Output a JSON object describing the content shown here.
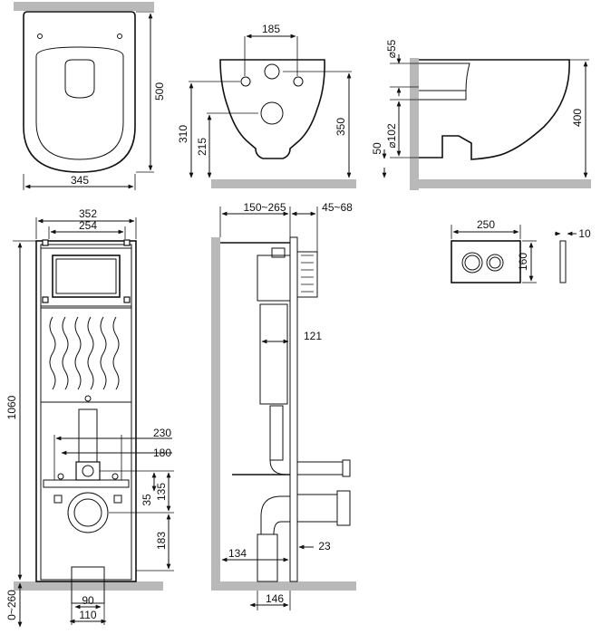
{
  "dimensions": {
    "bowl_top_width": "185",
    "bowl_top_length": "500",
    "bowl_top_base": "345",
    "front_outlet_height": "215",
    "front_inlet_height": "310",
    "front_total_height": "350",
    "side_pipe_top": "⌀55",
    "side_pipe_bottom": "⌀102",
    "side_offset": "50",
    "side_height": "400",
    "frame_width": "352",
    "frame_inner": "254",
    "frame_height": "1060",
    "frame_leg_adjust": "0~260",
    "bolt_span_outer": "230",
    "bolt_span_inner": "180",
    "inlet_drop": "35",
    "inlet_to_outlet": "135",
    "outlet_height": "183",
    "foot_inner": "90",
    "foot_outer": "110",
    "install_depth": "150~265",
    "wall_depth": "45~68",
    "cistern_depth": "121",
    "pipe_offset": "134",
    "flange": "23",
    "drain_width": "146",
    "button_width": "250",
    "button_height": "160",
    "button_depth": "10"
  }
}
